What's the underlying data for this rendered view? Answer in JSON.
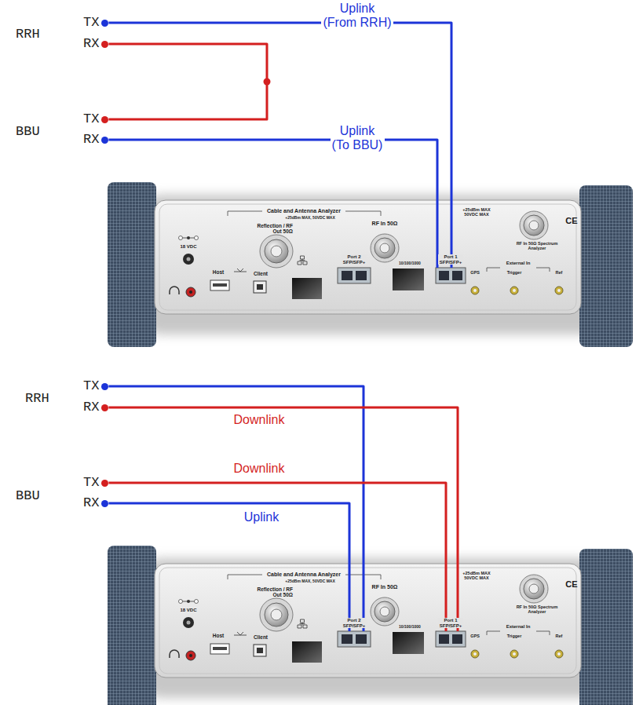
{
  "diagram": {
    "nodes": [
      {
        "text": [
          "TX"
        ]
      },
      {
        "text": [
          "RX"
        ]
      },
      {
        "text": [
          "TX"
        ]
      },
      {
        "text": [
          "RX"
        ]
      },
      {
        "text": [
          "Cable and Antenna Analyzer",
          "+25dBm MAX, 50VDC MAX",
          "Reflection / RF Out 50Ω",
          "RF In 50Ω",
          "18 VDC",
          "Host",
          "Client",
          "10/100/1000",
          "+25dBm MAX 50VDC MAX",
          "RF In 50Ω Spectrum Analyzer",
          "External In",
          "GPS",
          "Trigger",
          "Ref",
          "CE"
        ]
      },
      {
        "text": [
          "Port 2 SFP/SFP+"
        ],
        "in": 4
      },
      {
        "text": [
          "Port 1 SFP/SFP+"
        ],
        "in": 4
      },
      {
        "text": [
          "TX"
        ]
      },
      {
        "text": [
          "RX"
        ]
      },
      {
        "text": [
          "TX"
        ]
      },
      {
        "text": [
          "RX"
        ]
      },
      {
        "text": [
          "Cable and Antenna Analyzer",
          "+25dBm MAX, 50VDC MAX",
          "Reflection / RF Out 50Ω",
          "RF In 50Ω",
          "18 VDC",
          "Host",
          "Client",
          "10/100/1000",
          "+25dBm MAX 50VDC MAX",
          "RF In 50Ω Spectrum Analyzer",
          "External In",
          "GPS",
          "Trigger",
          "Ref",
          "CE"
        ]
      },
      {
        "text": [
          "Port 2 SFP/SFP+"
        ],
        "in": 11
      },
      {
        "text": [
          "Port 1 SFP/SFP+"
        ],
        "in": 11
      }
    ],
    "edges": [
      {
        "from": 0,
        "to": 6,
        "arrow": "none",
        "label": "Uplink (From RRH)"
      },
      {
        "from": 1,
        "to": 2,
        "arrow": "none"
      },
      {
        "from": 3,
        "to": 6,
        "arrow": "none",
        "label": "Uplink (To BBU)"
      },
      {
        "from": 7,
        "to": 12,
        "arrow": "none"
      },
      {
        "from": 8,
        "to": 13,
        "arrow": "none",
        "label": "Downlink"
      },
      {
        "from": 9,
        "to": 13,
        "arrow": "none",
        "label": "Downlink"
      },
      {
        "from": 10,
        "to": 12,
        "arrow": "none",
        "label": "Uplink"
      }
    ],
    "labels": [
      "RRH",
      "BBU",
      "RRH",
      "BBU"
    ]
  }
}
